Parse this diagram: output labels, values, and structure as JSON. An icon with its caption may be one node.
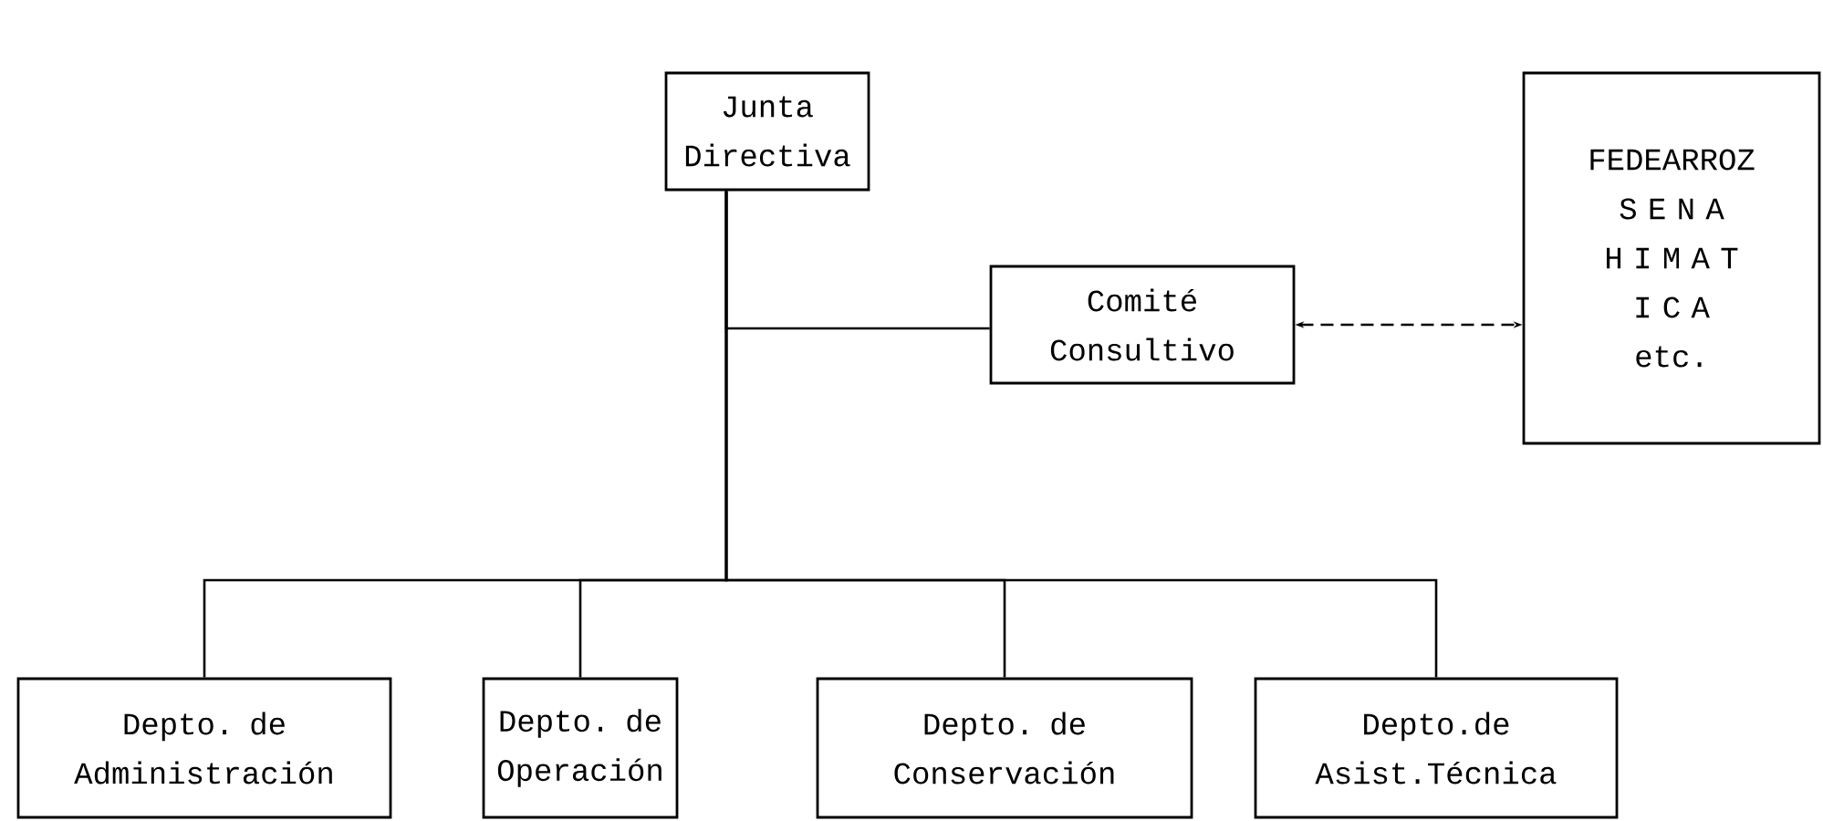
{
  "diagram": {
    "nodes": [
      {
        "text": [
          "Junta Directiva"
        ]
      },
      {
        "text": [
          "Comité Consultivo"
        ]
      },
      {
        "text": [
          "FEDEARROZ",
          "S E N A",
          "H I M A T",
          "I C A",
          "etc."
        ]
      },
      {
        "text": [
          "Depto. de Administración"
        ]
      },
      {
        "text": [
          "Depto. de Operación"
        ]
      },
      {
        "text": [
          "Depto. de Conservación"
        ]
      },
      {
        "text": [
          "Depto.de Asist.Técnica"
        ]
      }
    ],
    "edges": [
      {
        "from": 0,
        "to": 1,
        "arrow": "none"
      },
      {
        "from": 1,
        "to": 2,
        "arrow": "both",
        "style": "dashed"
      },
      {
        "from": 0,
        "to": 3,
        "arrow": "none"
      },
      {
        "from": 0,
        "to": 4,
        "arrow": "none"
      },
      {
        "from": 0,
        "to": 5,
        "arrow": "none"
      },
      {
        "from": 0,
        "to": 6,
        "arrow": "none"
      }
    ]
  }
}
